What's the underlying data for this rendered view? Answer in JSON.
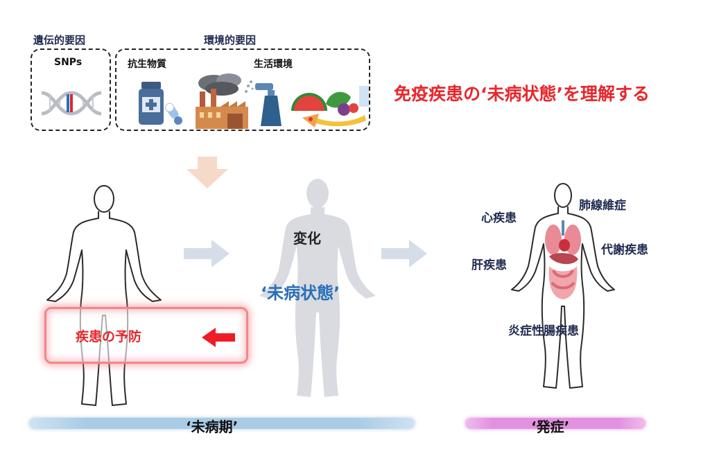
{
  "headline": "免疫疾患の‘未病状態’を理解する",
  "genetic": {
    "title": "遺伝的要因",
    "snps_label": "SNPs"
  },
  "environmental": {
    "title": "環境的要因",
    "antibiotics_label": "抗生物質",
    "lifestyle_label": "生活環境"
  },
  "middle": {
    "change_label": "変化",
    "state_label": "‘未病状態’"
  },
  "prevention": {
    "label": "疾患の予防"
  },
  "diseases": {
    "heart": "心疾患",
    "pulmonary_fibrosis": "肺線維症",
    "liver": "肝疾患",
    "metabolic": "代謝疾患",
    "ibd": "炎症性腸疾患"
  },
  "timeline": {
    "presymptomatic": "‘未病期’",
    "onset": "‘発症’"
  },
  "colors": {
    "headline": "#e8262b",
    "accent_blue": "#2a6fb8",
    "prevention_red": "#e8262b",
    "presymptomatic_band": "#a9cbe6",
    "onset_band": "#e291e0",
    "arrow_gray": "#d5dde8",
    "arrow_peach": "#f6d9c8",
    "silhouette_gray": "#d9dbe0"
  },
  "icons": [
    "dna-icon",
    "medicine-bottle-icon",
    "capsule-icon",
    "factory-icon",
    "spray-bottle-icon",
    "food-icon",
    "organs-icon"
  ]
}
